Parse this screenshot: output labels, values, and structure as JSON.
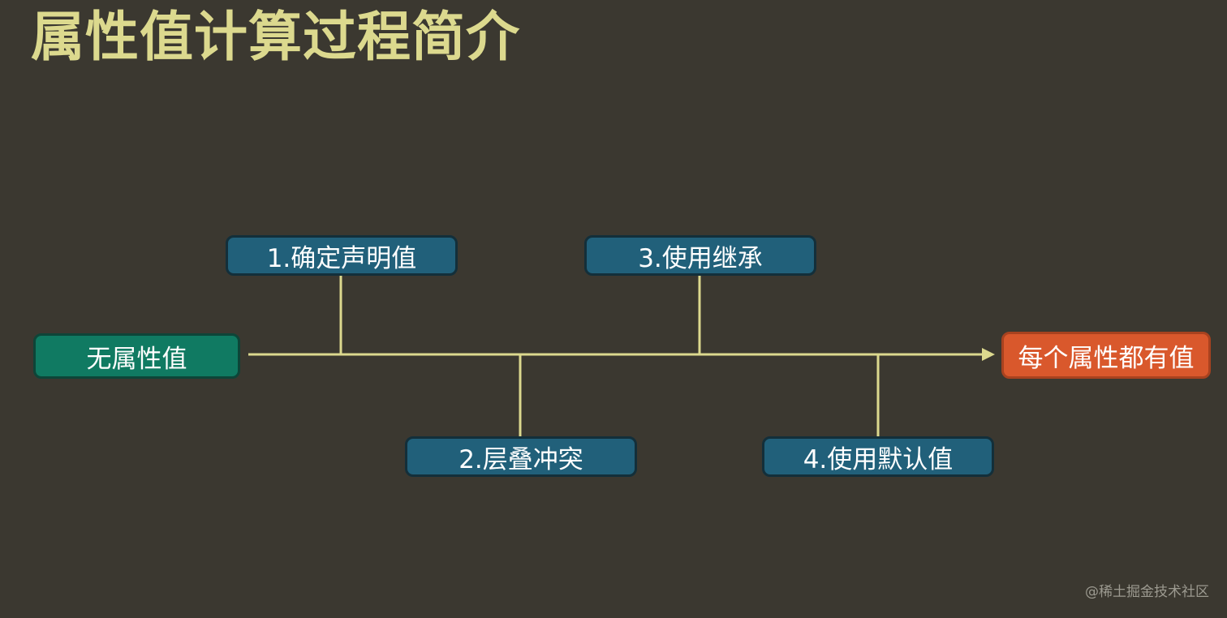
{
  "title": "属性值计算过程简介",
  "diagram": {
    "start_label": "无属性值",
    "end_label": "每个属性都有值",
    "steps": [
      {
        "label": "1.确定声明值",
        "position": "above"
      },
      {
        "label": "2.层叠冲突",
        "position": "below"
      },
      {
        "label": "3.使用继承",
        "position": "above"
      },
      {
        "label": "4.使用默认值",
        "position": "below"
      }
    ]
  },
  "watermark": "@稀土掘金技术社区",
  "colors": {
    "background": "#3b3830",
    "title": "#dcd98e",
    "line": "#dcd98e",
    "step_box": "#21607a",
    "start_box": "#107a62",
    "end_box": "#d9582c"
  }
}
